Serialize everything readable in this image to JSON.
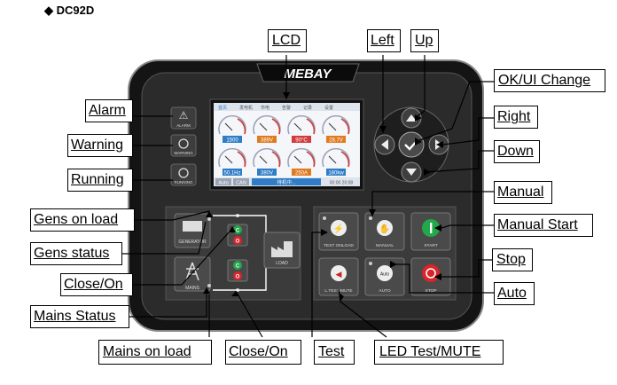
{
  "header": {
    "model": "◆ DC92D"
  },
  "device": {
    "brand": "MEBAY",
    "leds": {
      "alarm": "ALARM",
      "warning": "WARNING",
      "running": "RUNNING"
    },
    "screen": {
      "tabs": [
        "首页",
        "发电机",
        "市电",
        "告警",
        "记录",
        "设置"
      ],
      "gauges": [
        "1500",
        "389V",
        "90°C",
        "28.7V",
        "50.1Hz",
        "380V",
        "250A",
        "180kw"
      ],
      "status_left": "Auto",
      "status_mid": "CAN",
      "status_center": "待机中...",
      "status_right": "00:00 20:08"
    },
    "panel": {
      "generator": "GENERATOR",
      "mains": "MAINS",
      "load": "LOAD",
      "test_onload": "TEST ONLOAD",
      "manual": "MANUAL",
      "start": "START",
      "ltest_mute": "L.TEST/MUTE",
      "auto": "AUTO",
      "stop": "STOP",
      "auto_key": "Auto",
      "switch_c": "C",
      "switch_o": "O"
    }
  },
  "callouts": {
    "lcd": "LCD",
    "left": "Left",
    "up": "Up",
    "ok_ui": "OK/UI Change",
    "right": "Right",
    "down": "Down",
    "manual": "Manual",
    "manual_start": "Manual Start",
    "stop": "Stop",
    "auto": "Auto",
    "alarm": "Alarm",
    "warning": "Warning",
    "running": "Running",
    "gens_on_load": "Gens on load",
    "gens_status": "Gens status",
    "close_on_1": "Close/On",
    "mains_status": "Mains Status",
    "mains_on_load": "Mains on load",
    "close_on_2": "Close/On",
    "test": "Test",
    "led_test_mute": "LED Test/MUTE"
  },
  "colors": {
    "bezel": "#1b1b1b",
    "panel": "#2a2a2a",
    "button_face": "#3a3a3a",
    "green": "#22a84a",
    "red": "#d8252b"
  }
}
